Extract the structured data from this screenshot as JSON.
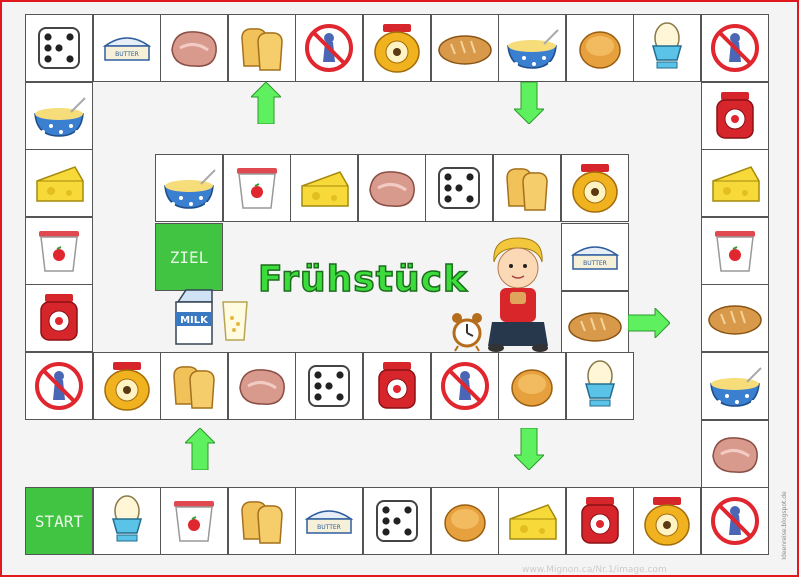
{
  "title": "Frühstück",
  "start_label": "START",
  "finish_label": "ZIEL",
  "milk_label": "MILK",
  "butter_label": "BUTTER",
  "credit": "Ideenreise.blogspot.de",
  "watermark": "www.Mignon.ca/Nr.1/image.com",
  "colors": {
    "border": "#e0191e",
    "green": "#41c441",
    "arrow": "#5ef05e"
  },
  "outer_top": [
    "dice",
    "butter",
    "ham",
    "toast",
    "no-sign",
    "honey-jar",
    "bread",
    "cereal-bowl",
    "roll",
    "egg",
    "no-sign"
  ],
  "outer_left": [
    "cereal-bowl",
    "cheese",
    "yogurt",
    "jam-jar",
    "no-sign"
  ],
  "outer_right": [
    "jam-jar",
    "cheese",
    "yogurt",
    "bread",
    "cereal-bowl",
    "ham"
  ],
  "outer_bottom": [
    "start",
    "egg",
    "yogurt",
    "toast",
    "butter",
    "dice",
    "roll",
    "cheese",
    "jam-jar",
    "honey-jar",
    "no-sign"
  ],
  "inner_top": [
    "cereal-bowl",
    "yogurt",
    "cheese",
    "ham",
    "dice",
    "toast",
    "honey-jar"
  ],
  "inner_right": [
    "butter",
    "bread"
  ],
  "inner_left": [
    "finish"
  ],
  "inner_bottom": [
    "honey-jar",
    "toast",
    "ham",
    "dice",
    "jam-jar",
    "no-sign",
    "roll",
    "egg"
  ],
  "arrows": [
    "up",
    "down",
    "right",
    "up",
    "down"
  ],
  "center_decorations": [
    "milk-carton-icon",
    "glass-icon",
    "alarm-clock-icon",
    "boy-eating-icon"
  ]
}
